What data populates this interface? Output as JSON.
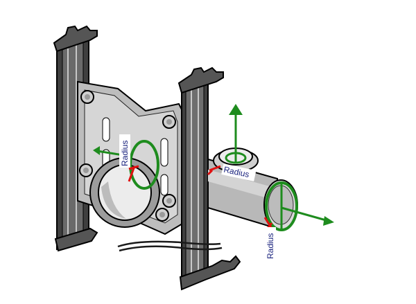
{
  "viewport": {
    "model": "pipe-mount-bracket",
    "colors": {
      "background": "#ffffff",
      "metal_light": "#dcdcdc",
      "metal_mid": "#a9a9a9",
      "metal_dark": "#4a4a4a",
      "edge": "#000000",
      "axis_green": "#1e8c1e",
      "handle_red": "#e01010",
      "label_text": "#1a237e"
    }
  },
  "labels": [
    {
      "text": "Radius"
    },
    {
      "text": "Radius"
    },
    {
      "text": "Radius"
    }
  ]
}
